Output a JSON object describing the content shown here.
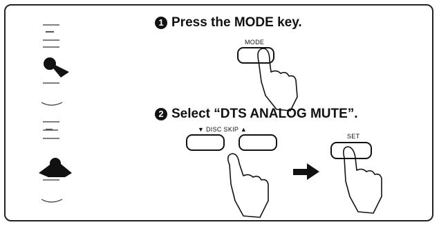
{
  "step1": {
    "number": "1",
    "instruction": "Press the MODE key.",
    "key_label": "MODE"
  },
  "step2": {
    "number": "2",
    "instruction": "Select “DTS ANALOG MUTE”.",
    "disc_skip_label": "▼ DISC SKIP ▲",
    "set_label": "SET"
  },
  "icons": {
    "step1_badge": "circled-number-1-icon",
    "step2_badge": "circled-number-2-icon",
    "arrow": "right-arrow-icon",
    "hand": "pressing-hand-icon"
  }
}
